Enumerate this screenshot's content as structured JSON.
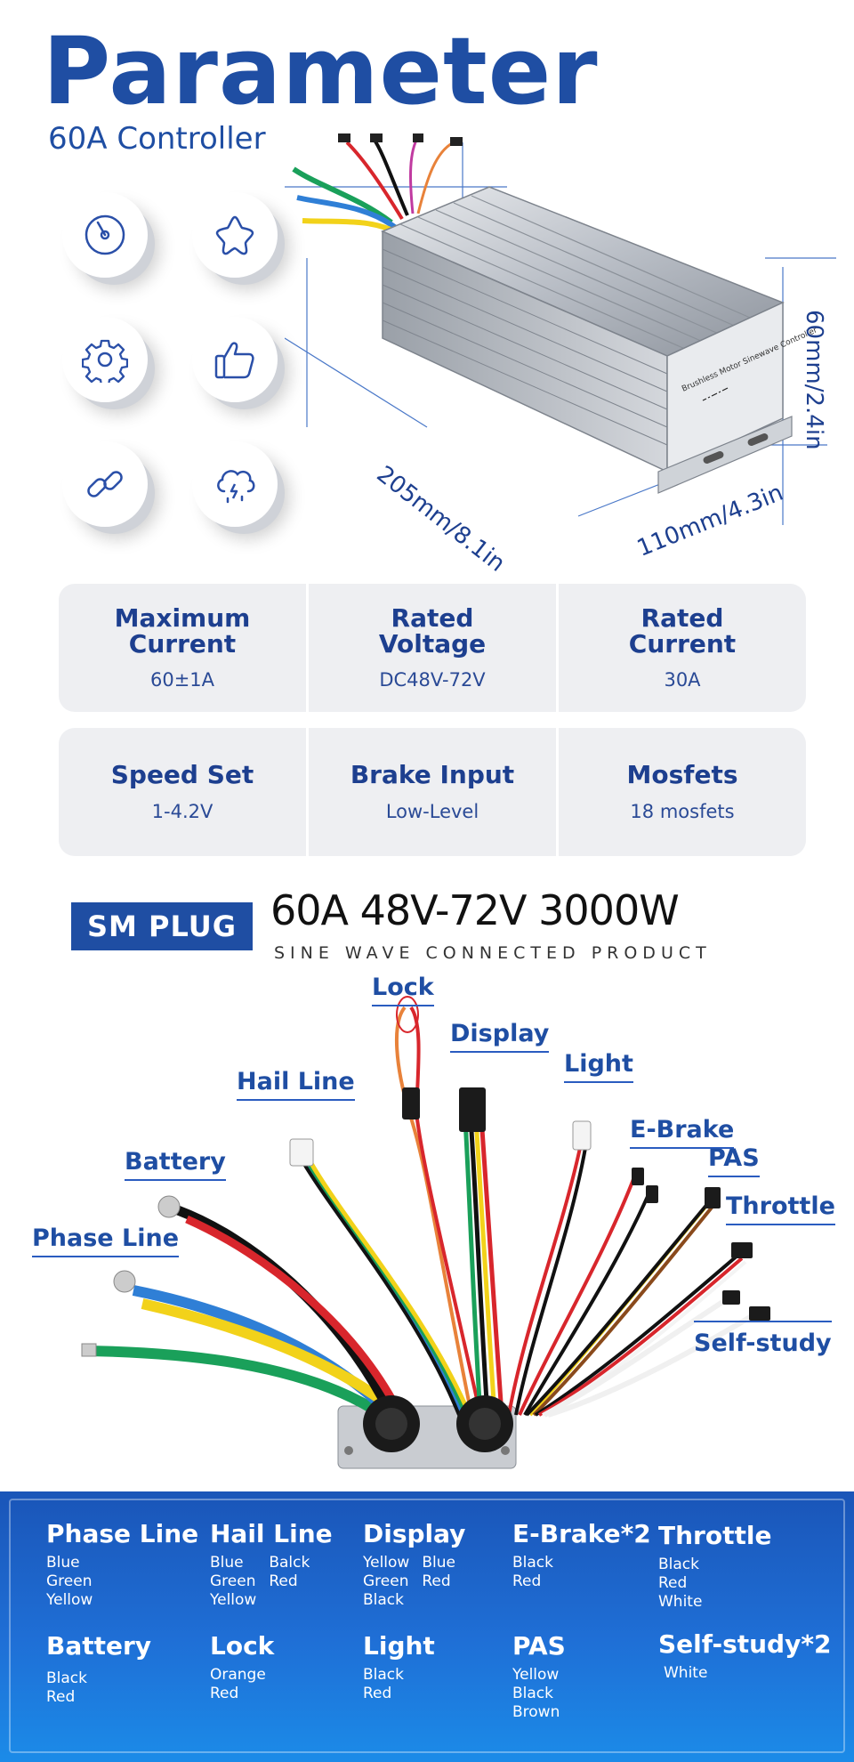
{
  "header": {
    "title": "Parameter",
    "subtitle": "60A Controller"
  },
  "feature_icons": [
    "speedometer-icon",
    "star-icon",
    "gear-icon",
    "thumbs-up-icon",
    "link-icon",
    "cloud-rain-icon"
  ],
  "product": {
    "label_text": "Brushless Motor Sinewave Controller",
    "dimensions": {
      "length": "205mm/8.1in",
      "width": "110mm/4.3in",
      "height": "60mm/2.4in"
    }
  },
  "specs": [
    {
      "label": "Maximum\nCurrent",
      "value": "60±1A"
    },
    {
      "label": "Rated\nVoltage",
      "value": "DC48V-72V"
    },
    {
      "label": "Rated\nCurrent",
      "value": "30A"
    },
    {
      "label": "Speed Set",
      "value": "1-4.2V"
    },
    {
      "label": "Brake Input",
      "value": "Low-Level"
    },
    {
      "label": "Mosfets",
      "value": "18 mosfets"
    }
  ],
  "plug": {
    "badge": "SM PLUG",
    "title": "60A 48V-72V 3000W",
    "subtitle": "SINE WAVE CONNECTED PRODUCT"
  },
  "wiring_labels": {
    "lock": "Lock",
    "display": "Display",
    "light": "Light",
    "hail_line": "Hail Line",
    "ebrake": "E-Brake",
    "pas": "PAS",
    "battery": "Battery",
    "throttle": "Throttle",
    "phase_line": "Phase Line",
    "self_study": "Self-study"
  },
  "wire_colors": {
    "phase": [
      "#2f7fd6",
      "#1aa05a",
      "#f2d21a"
    ],
    "battery": [
      "#1a1a1a",
      "#d8262c"
    ],
    "accent": "#1f4ea3"
  },
  "legend": [
    {
      "name": "Phase Line",
      "cols": [
        [
          "Blue",
          "Green",
          "Yellow"
        ]
      ]
    },
    {
      "name": "Hail Line",
      "cols": [
        [
          "Blue",
          "Green",
          "Yellow"
        ],
        [
          "Balck",
          "Red"
        ]
      ]
    },
    {
      "name": "Display",
      "cols": [
        [
          "Yellow",
          "Green",
          "Black"
        ],
        [
          "Blue",
          "Red"
        ]
      ]
    },
    {
      "name": "E-Brake*2",
      "cols": [
        [
          "Black",
          "Red"
        ]
      ]
    },
    {
      "name": "Throttle",
      "cols": [
        [
          "Black",
          "Red",
          "White"
        ]
      ]
    },
    {
      "name": "Battery",
      "cols": [
        [
          "Black",
          "Red"
        ]
      ]
    },
    {
      "name": "Lock",
      "cols": [
        [
          "Orange",
          "Red"
        ]
      ]
    },
    {
      "name": "Light",
      "cols": [
        [
          "Black",
          "Red"
        ]
      ]
    },
    {
      "name": "PAS",
      "cols": [
        [
          "Yellow",
          "Black",
          "Brown"
        ]
      ]
    },
    {
      "name": "Self-study*2",
      "cols": [
        [
          "White"
        ]
      ]
    }
  ]
}
